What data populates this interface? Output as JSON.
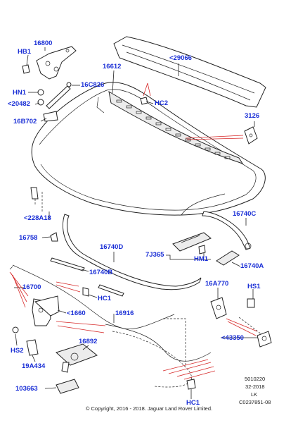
{
  "labels": {
    "c16800": "16800",
    "cHB1": "HB1",
    "c29066": "<29066",
    "c16612": "16612",
    "c16C826": "16C826",
    "cHN1": "HN1",
    "c20482": "<20482",
    "cHC2": "HC2",
    "c3126": "3126",
    "c16B702": "16B702",
    "c228A18": "<228A18",
    "c16758": "16758",
    "c16740D": "16740D",
    "c16740C": "16740C",
    "c7J365": "7J365",
    "cHM1": "HM1",
    "c16740A": "16740A",
    "c16740B": "16740B",
    "c16700": "16700",
    "cHC1a": "HC1",
    "c1660": "<1660",
    "c16916": "16916",
    "c16A770": "16A770",
    "cHS1": "HS1",
    "cHS2": "HS2",
    "c43350": "<43350",
    "c16892": "16892",
    "c19A434": "19A434",
    "c103663": "103663",
    "cHC1b": "HC1"
  },
  "footer": {
    "code1": "5010220",
    "code2": "32-2018",
    "code3": "LK",
    "code4": "C0237851-08",
    "copyright": "© Copyright, 2016 - 2018. Jaguar Land Rover Limited."
  },
  "colors": {
    "callout": "#1a2fd6",
    "leader": "#222222",
    "highlight_line": "#d62828"
  }
}
